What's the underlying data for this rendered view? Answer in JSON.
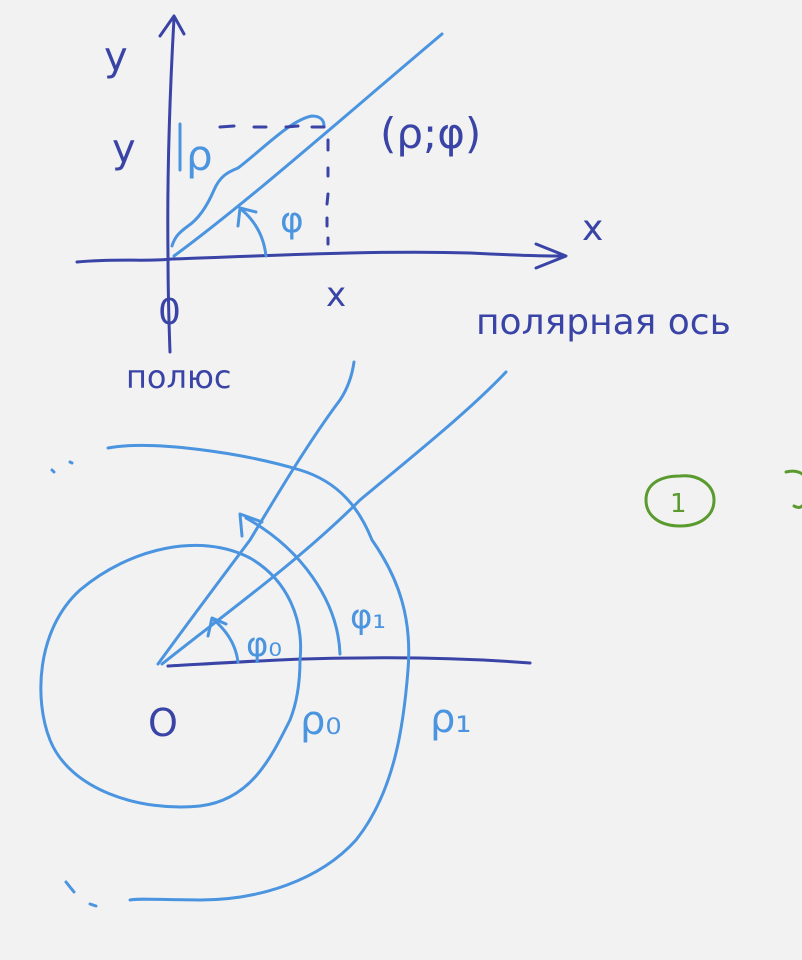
{
  "labels": {
    "y_axis": "y",
    "y_tick": "y",
    "x_axis": "x",
    "x_tick": "x",
    "origin": "0",
    "point": "(ρ;φ)",
    "rho": "ρ",
    "phi": "φ",
    "polar_axis": "полярная ось",
    "pole": "полюс"
  },
  "lower": {
    "origin": "O",
    "phi0": "φ₀",
    "phi1": "φ₁",
    "rho0": "ρ₀",
    "rho1": "ρ₁"
  },
  "badge": {
    "number": "1"
  },
  "colors": {
    "background": "#f2f2f2",
    "dark_ink": "#3a44a6",
    "light_ink": "#4a94e0",
    "green_ink": "#5a9a2e"
  }
}
